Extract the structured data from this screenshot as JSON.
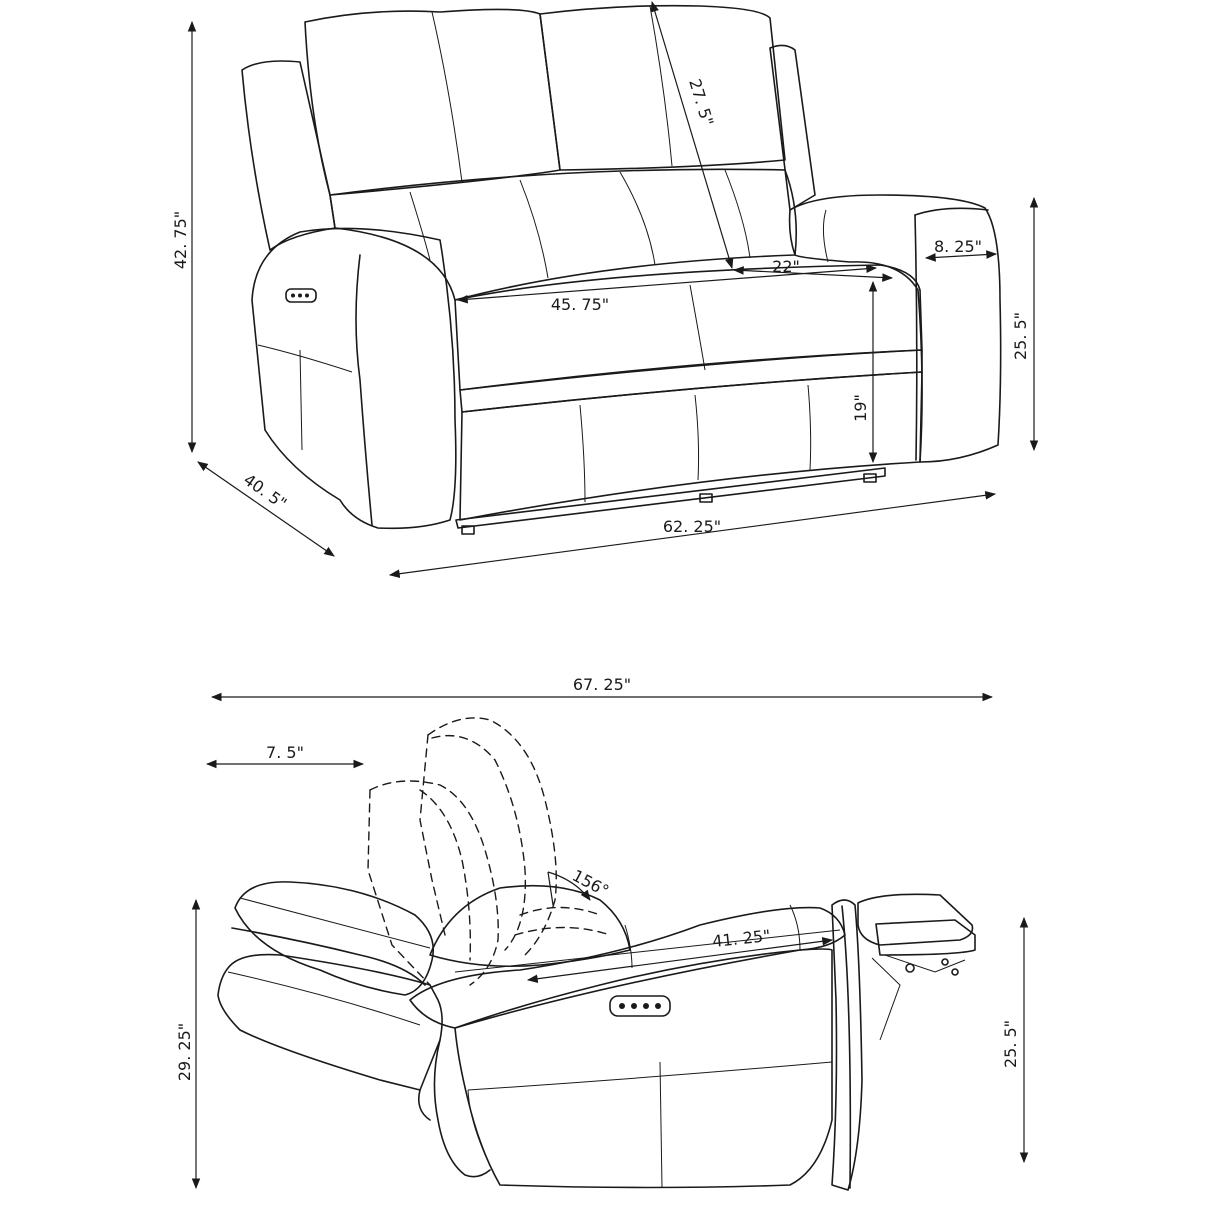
{
  "colors": {
    "stroke": "#1a1a1a",
    "background": "#ffffff"
  },
  "front_view": {
    "dims": {
      "overall_height": "42. 75\"",
      "depth": "40. 5\"",
      "overall_width": "62. 25\"",
      "back_height": "27. 5\"",
      "seat_width": "45. 75\"",
      "seat_depth": "22\"",
      "seat_height": "19\"",
      "arm_width": "8. 25\"",
      "arm_height": "25. 5\""
    }
  },
  "side_view": {
    "dims": {
      "reclined_length": "67. 25\"",
      "wall_clearance": "7. 5\"",
      "recline_angle": "156°",
      "reclined_seat_length": "41. 25\"",
      "back_height_reclined": "29. 25\"",
      "arm_height": "25. 5\""
    }
  }
}
